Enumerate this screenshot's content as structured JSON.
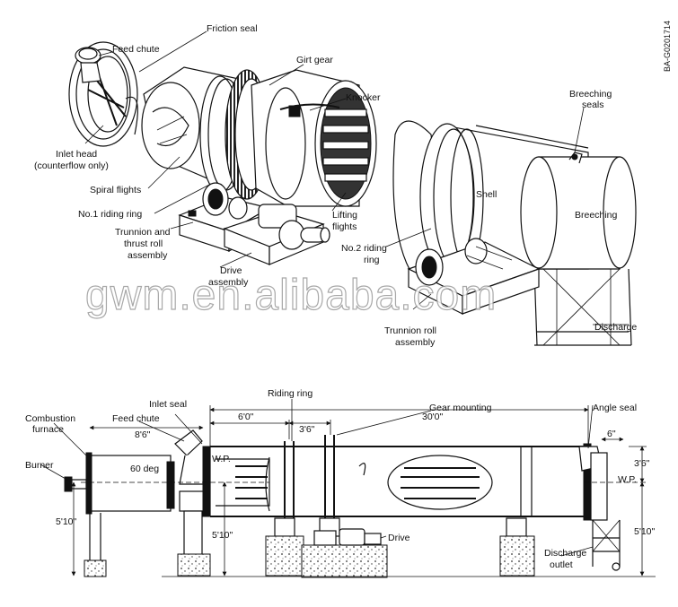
{
  "figure_code": "BA-G0201714",
  "watermark": "gwm.en.alibaba.com",
  "top_view": {
    "labels": {
      "friction_seal": "Friction seal",
      "feed_chute": "Feed chute",
      "girt_gear": "Girt gear",
      "knocker": "Knocker",
      "breeching_seals_1": "Breeching",
      "breeching_seals_2": "seals",
      "inlet_head_1": "Inlet head",
      "inlet_head_2": "(counterflow only)",
      "spiral_flights": "Spiral flights",
      "riding_ring_1": "No.1 riding ring",
      "shell": "Shell",
      "breeching": "Breeching",
      "lifting_flights_1": "Lifting",
      "lifting_flights_2": "flights",
      "trunnion_thrust_1": "Trunnion and",
      "trunnion_thrust_2": "thrust roll",
      "trunnion_thrust_3": "assembly",
      "drive_assembly_1": "Drive",
      "drive_assembly_2": "assembly",
      "riding_ring_2a": "No.2 riding",
      "riding_ring_2b": "ring",
      "discharge": "Discharge",
      "trunnion_roll_1": "Trunnion roll",
      "trunnion_roll_2": "assembly"
    }
  },
  "bottom_view": {
    "labels": {
      "riding_ring": "Riding ring",
      "inlet_seal": "Inlet seal",
      "gear_mounting": "Gear mounting",
      "angle_seal": "Angle seal",
      "combustion_1": "Combustion",
      "combustion_2": "furnace",
      "feed_chute": "Feed chute",
      "burner": "Burner",
      "angle": "60 deg",
      "wp_left": "W.P.",
      "wp_right": "W.P.",
      "drive": "Drive",
      "discharge_1": "Discharge",
      "discharge_2": "outlet"
    },
    "dimensions": {
      "d_8_6": "8'6\"",
      "d_6_0": "6'0\"",
      "d_3_6": "3'6\"",
      "d_30_0": "30'0\"",
      "d_6": "6\"",
      "d_3_6_right": "3'6\"",
      "d_5_10_left": "5'10\"",
      "d_5_10_mid": "5'10\"",
      "d_5_10_right": "5'10\""
    }
  }
}
